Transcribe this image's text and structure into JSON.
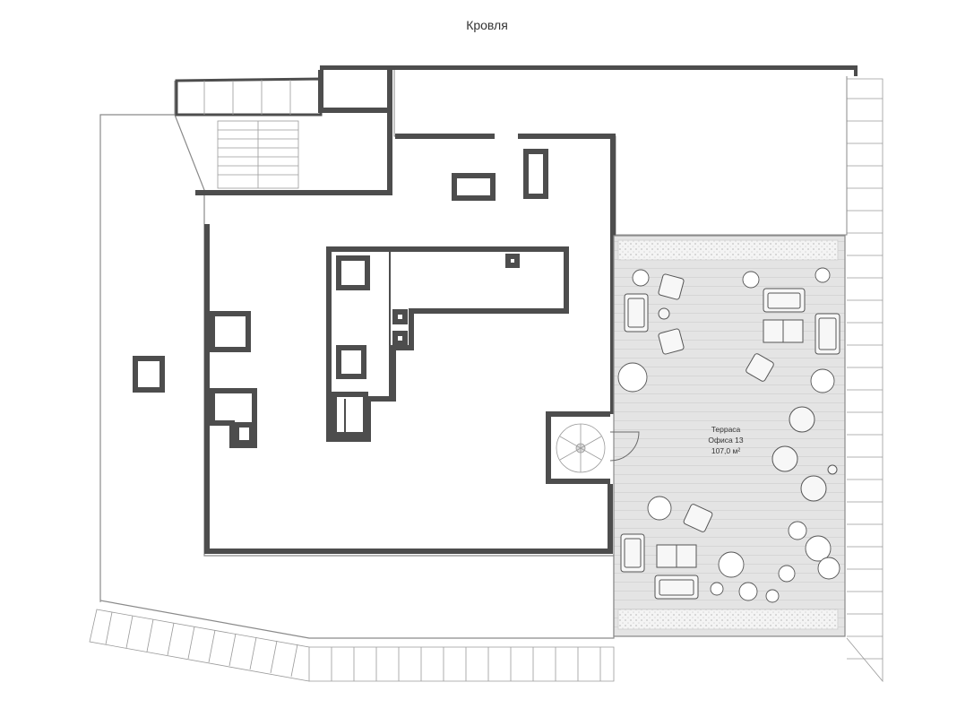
{
  "plan": {
    "title": "Кровля",
    "terrace": {
      "name": "Терраса",
      "office": "Офиса 13",
      "area": "107,0 м²"
    }
  },
  "colors": {
    "wall": "#4d4d4d",
    "terrace_fill": "#e3e3e3",
    "outline": "#8a8a8a",
    "background": "#ffffff"
  }
}
